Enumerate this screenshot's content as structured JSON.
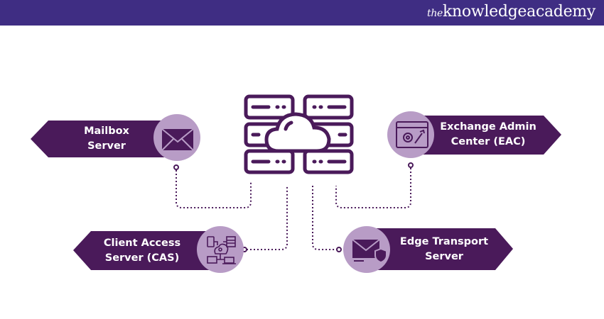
{
  "brand": {
    "the": "the",
    "name": "knowledgeacademy"
  },
  "colors": {
    "header": "#3f2d83",
    "banner": "#4a1a5a",
    "circle": "#b89cc6",
    "icon": "#4a1a5a"
  },
  "nodes": {
    "mailbox": {
      "line1": "Mailbox",
      "line2": "Server",
      "icon": "envelope-icon"
    },
    "eac": {
      "line1": "Exchange Admin",
      "line2": "Center (EAC)",
      "icon": "admin-settings-icon"
    },
    "cas": {
      "line1": "Client Access",
      "line2": "Server (CAS)",
      "icon": "network-devices-icon"
    },
    "edge": {
      "line1": "Edge Transport",
      "line2": "Server",
      "icon": "shield-mail-icon"
    }
  },
  "center_icon": "cloud-server-icon"
}
